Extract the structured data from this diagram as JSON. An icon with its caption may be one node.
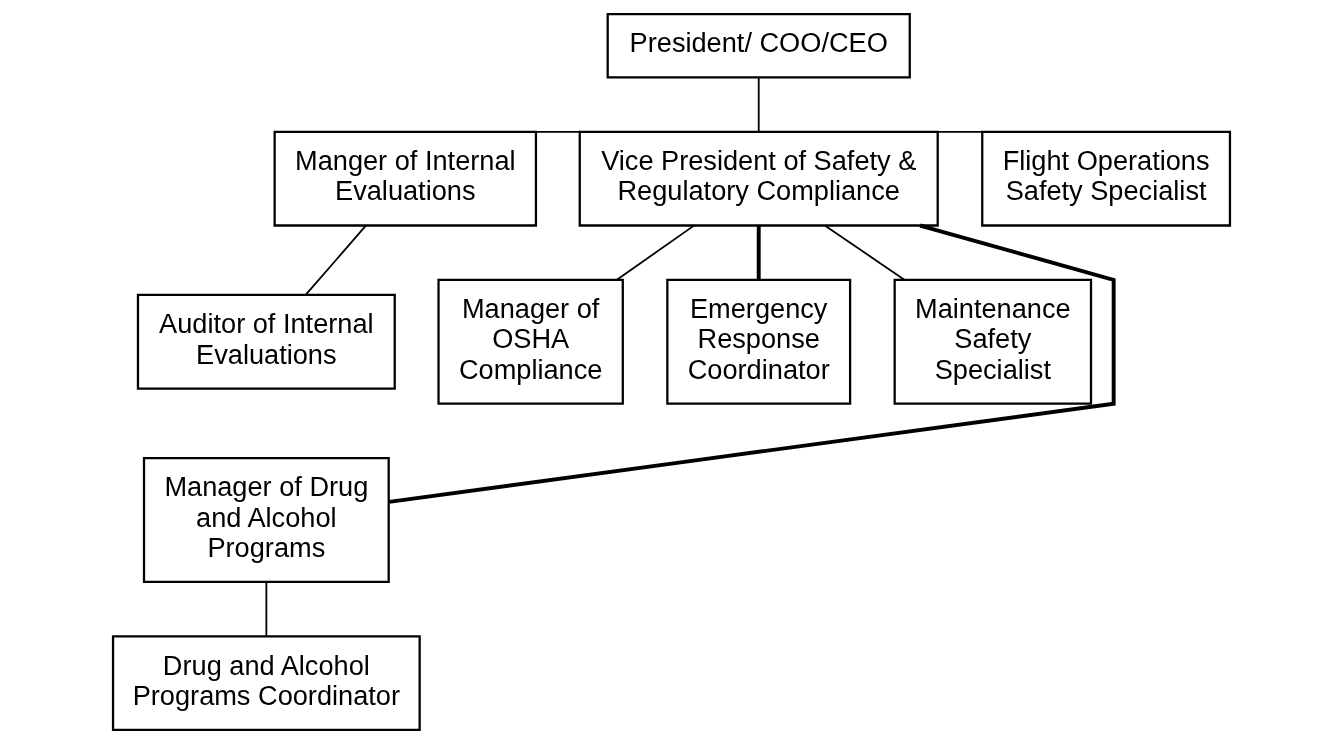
{
  "diagram": {
    "nodes": [
      {
        "text": [
          "President/ COO/CEO"
        ]
      },
      {
        "text": [
          "Manger of Internal Evaluations"
        ]
      },
      {
        "text": [
          "Vice President of Safety & Regulatory Compliance"
        ]
      },
      {
        "text": [
          "Flight Operations Safety Specialist"
        ]
      },
      {
        "text": [
          "Auditor of Internal Evaluations"
        ]
      },
      {
        "text": [
          "Manager of OSHA Compliance"
        ]
      },
      {
        "text": [
          "Emergency Response Coordinator"
        ]
      },
      {
        "text": [
          "Maintenance Safety Specialist"
        ]
      },
      {
        "text": [
          "Manager of Drug and Alcohol Programs"
        ]
      },
      {
        "text": [
          "Drug and Alcohol Programs Coordinator"
        ]
      }
    ],
    "edges": [
      {
        "from": 0,
        "to": 2,
        "arrow": "none"
      },
      {
        "from": 2,
        "to": 1,
        "arrow": "none"
      },
      {
        "from": 2,
        "to": 3,
        "arrow": "none"
      },
      {
        "from": 1,
        "to": 4,
        "arrow": "none"
      },
      {
        "from": 2,
        "to": 5,
        "arrow": "none"
      },
      {
        "from": 2,
        "to": 6,
        "arrow": "none",
        "style": "thick"
      },
      {
        "from": 2,
        "to": 7,
        "arrow": "none"
      },
      {
        "from": 2,
        "to": 8,
        "arrow": "none",
        "style": "thick"
      },
      {
        "from": 8,
        "to": 9,
        "arrow": "none"
      }
    ]
  }
}
